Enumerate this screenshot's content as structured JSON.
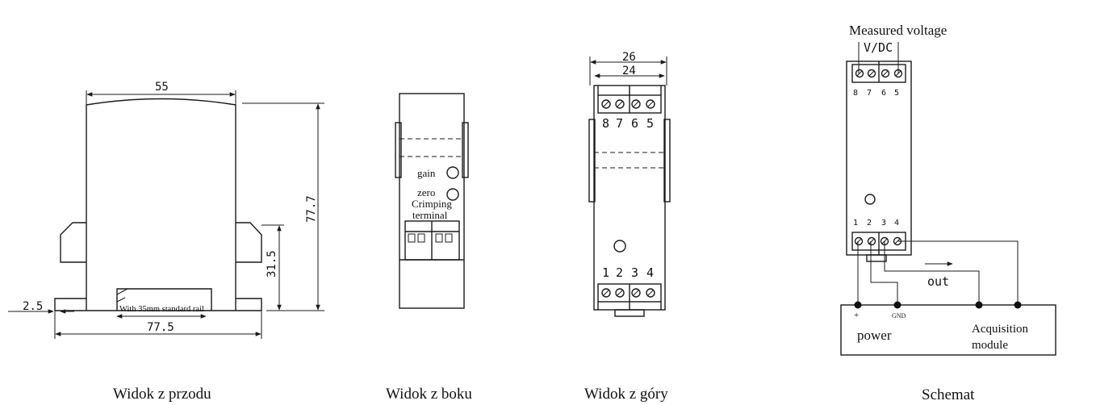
{
  "captions": {
    "front": "Widok z przodu",
    "side": "Widok z boku",
    "top": "Widok z góry",
    "schematic": "Schemat"
  },
  "front_view": {
    "dim_width": "55",
    "dim_height": "77.7",
    "dim_rail_height": "31.5",
    "dim_offset": "2.5",
    "dim_base": "77.5",
    "rail_label": "With 35mm standard rail"
  },
  "side_view": {
    "gain_label": "gain",
    "zero_label": "zero",
    "crimping_label_1": "Crimping",
    "crimping_label_2": "terminal"
  },
  "top_view": {
    "dim_outer": "26",
    "dim_inner": "24",
    "upper_terminals": [
      "8",
      "7",
      "6",
      "5"
    ],
    "lower_terminals": [
      "1",
      "2",
      "3",
      "4"
    ]
  },
  "schematic": {
    "measured_voltage": "Measured voltage",
    "voltage_unit": "V/DC",
    "upper_terminals": [
      "8",
      "7",
      "6",
      "5"
    ],
    "lower_terminals": [
      "1",
      "2",
      "3",
      "4"
    ],
    "out_label": "out",
    "plus_label": "+",
    "gnd_label": "GND",
    "power_label": "power",
    "acq_label_1": "Acquisition",
    "acq_label_2": "module"
  }
}
